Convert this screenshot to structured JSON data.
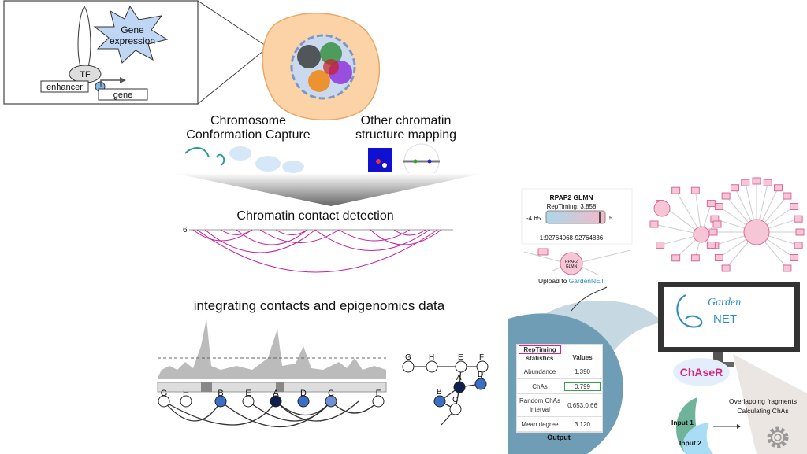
{
  "inset": {
    "star_label_1": "Gene",
    "star_label_2": "expression",
    "tf": "TF",
    "enhancer": "enhancer",
    "gene": "gene"
  },
  "methods": {
    "ccc_1": "Chromosome",
    "ccc_2": "Conformation Capture",
    "other_1": "Other chromatin",
    "other_2": "structure mapping"
  },
  "contact_detection": {
    "title": "Chromatin contact detection",
    "track_number": "6"
  },
  "integration": {
    "title": "integrating contacts and epigenomics data",
    "nodes": [
      "G",
      "H",
      "B",
      "E",
      "A",
      "D",
      "C",
      "F"
    ],
    "small_nodes": [
      "G",
      "H",
      "E",
      "F",
      "A",
      "D",
      "B",
      "C"
    ]
  },
  "tooltip": {
    "title": "RPAP2 GLMN",
    "value": "RepTiming: 3.858",
    "min": "-4.65",
    "max": "5.",
    "coords": "1:92764068-92764836",
    "node": "RPAP2 GLMN"
  },
  "upload": {
    "prefix": "Upload to ",
    "link": "GardenNET"
  },
  "monitor": {
    "logo_1": "Garden",
    "logo_2": "NET"
  },
  "chaser": {
    "label": "ChAseR",
    "step_1": "Overlapping fragments",
    "step_2": "Calculating ChAs",
    "input_1": "Input 1",
    "input_2": "Input 2"
  },
  "output": {
    "header_1": "RepTiming",
    "header_2": "statistics",
    "header_values": "Values",
    "rows": [
      {
        "name": "Abundance",
        "value": "1.390"
      },
      {
        "name": "ChAs",
        "value": "0.799"
      },
      {
        "name": "Random ChAs interval",
        "name_1": "Random ChAs",
        "name_2": "interval",
        "value": "0.653,0.66"
      },
      {
        "name": "Mean degree",
        "value": "3.120"
      }
    ],
    "label": "Output"
  },
  "colors": {
    "arcs": "#c81e9e",
    "chaser": "#d6267f",
    "accent_blue": "#1f77b4",
    "table_bg": "#6e9db5",
    "node_dark": "#1b3a7a"
  }
}
